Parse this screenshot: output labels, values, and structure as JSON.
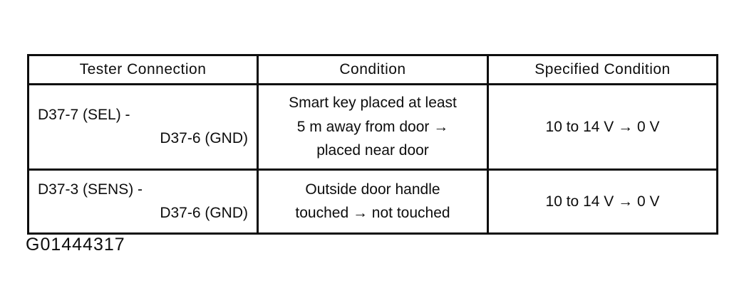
{
  "table": {
    "headers": [
      "Tester Connection",
      "Condition",
      "Specified Condition"
    ],
    "rows": [
      {
        "tester_connection_line1": "D37-7 (SEL) -",
        "tester_connection_line2": "D37-6 (GND)",
        "condition_lines": [
          "Smart key placed at least",
          "5 m away from door →",
          "placed near door"
        ],
        "specified_condition": "10 to 14 V → 0 V"
      },
      {
        "tester_connection_line1": "D37-3 (SENS) -",
        "tester_connection_line2": "D37-6 (GND)",
        "condition_lines": [
          "Outside door handle",
          "touched → not touched"
        ],
        "specified_condition": "10 to 14 V → 0 V"
      }
    ]
  },
  "figure_id": "G01444317",
  "colors": {
    "ink": "#0d0d0d",
    "paper": "#ffffff"
  }
}
